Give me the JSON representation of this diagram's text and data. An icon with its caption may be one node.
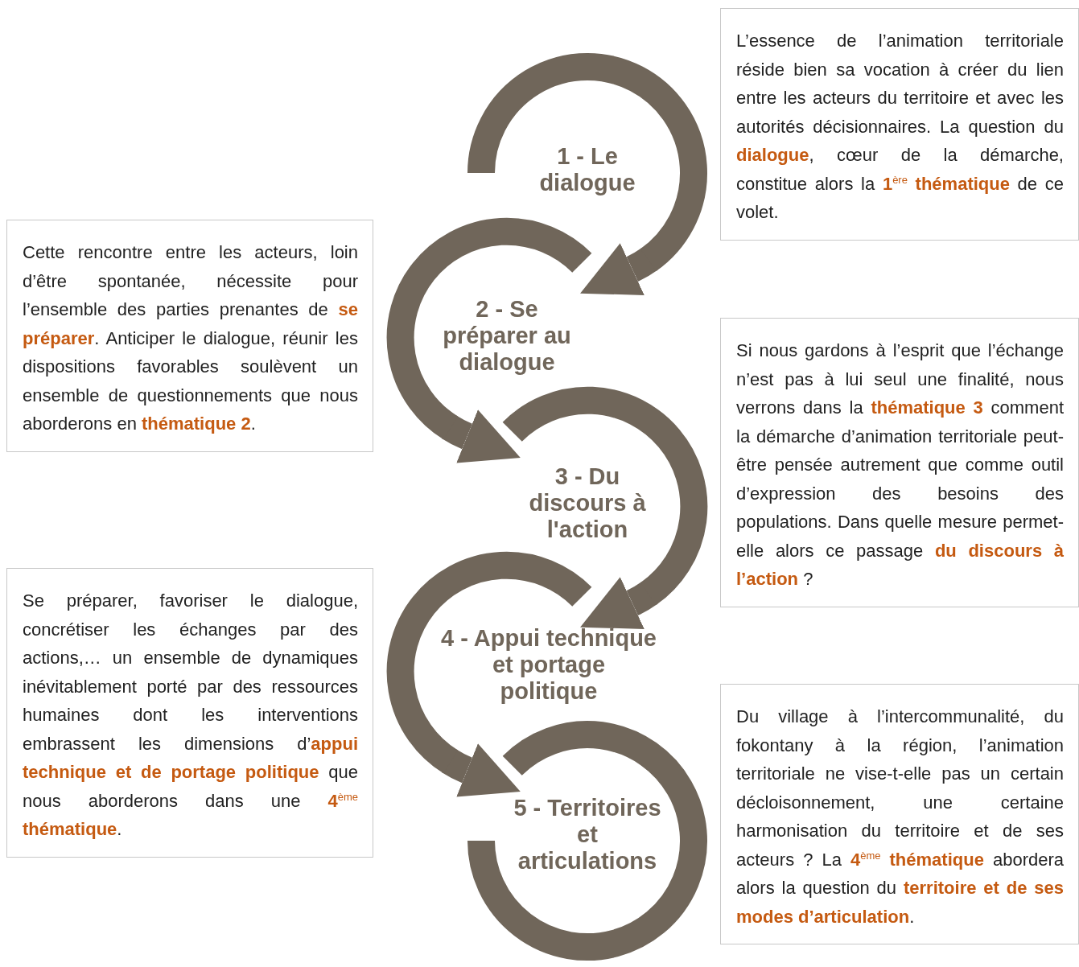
{
  "diagram": {
    "nodes": [
      {
        "text": [
          "1 - Le dialogue"
        ]
      },
      {
        "text": [
          "2 - Se préparer au dialogue"
        ]
      },
      {
        "text": [
          "3 - Du discours à l'action"
        ]
      },
      {
        "text": [
          "4 - Appui technique et portage politique"
        ]
      },
      {
        "text": [
          "5 - Territoires et articulations"
        ]
      },
      {
        "text": [
          "L’essence de l’animation territoriale réside bien sa vocation à créer du lien entre les acteurs du territoire et avec les autorités décisionnaires. La question du **dialogue**, cœur de la démarche, constitue alors la **1**$^{ère}$ **thématique** de ce volet."
        ]
      },
      {
        "text": [
          "Cette rencontre entre les acteurs, loin d’être spontanée, nécessite pour l’ensemble des parties prenantes de **se préparer**. Anticiper le dialogue, réunir les dispositions favorables soulèvent un ensemble de questionnements que nous aborderons en **thématique 2**."
        ]
      },
      {
        "text": [
          "Si nous gardons à l’esprit que l’échange n’est pas à lui seul une finalité, nous verrons dans la **thématique 3** comment la démarche d’animation territoriale peut-être pensée autrement que comme outil d’expression des besoins des populations. Dans quelle mesure permet-elle alors ce passage **du discours à l’action** ?"
        ]
      },
      {
        "text": [
          "Se préparer, favoriser le dialogue, concrétiser les échanges par des actions,… un ensemble de dynamiques inévitablement porté par des ressources humaines dont les interventions embrassent les dimensions d’**appui technique et de portage politique** que nous aborderons dans une **4**$^{ème}$ **thématique**."
        ]
      },
      {
        "text": [
          "Du village à l’intercommunalité, du fokontany à la région, l’animation territoriale ne vise-t-elle pas un certain décloisonnement, une certaine harmonisation du territoire et de ses acteurs ? La **4**$^{ème}$ **thématique** abordera alors la question du **territoire et de ses modes d’articulation**."
        ]
      }
    ],
    "edges": [
      {
        "from": 0,
        "to": 1,
        "arrow": "to"
      },
      {
        "from": 1,
        "to": 2,
        "arrow": "to"
      },
      {
        "from": 2,
        "to": 3,
        "arrow": "to"
      },
      {
        "from": 3,
        "to": 4,
        "arrow": "to"
      }
    ]
  }
}
